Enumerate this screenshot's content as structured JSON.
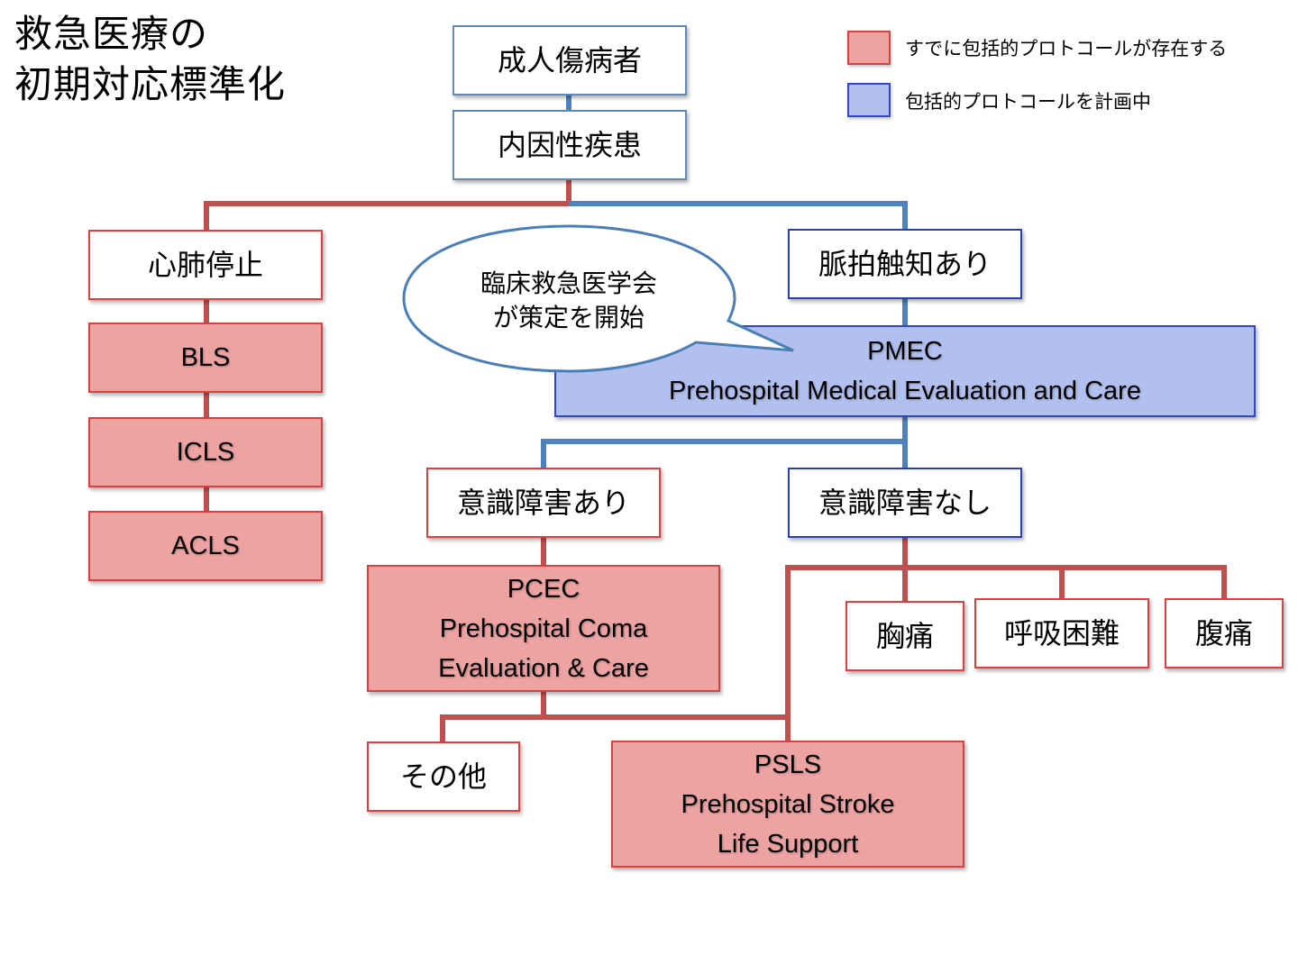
{
  "title": {
    "line1": "救急医療の",
    "line2": "初期対応標準化"
  },
  "legend": [
    {
      "label": "すでに包括的プロトコールが存在する",
      "color": "#eea3a3"
    },
    {
      "label": "包括的プロトコールを計画中",
      "color": "#b2c0ef"
    }
  ],
  "nodes": {
    "adult": "成人傷病者",
    "internal": "内因性疾患",
    "arrest": "心肺停止",
    "bls": "BLS",
    "icls": "ICLS",
    "acls": "ACLS",
    "pulse": "脈拍触知あり",
    "pmec": {
      "line1": "PMEC",
      "line2": "Prehospital Medical Evaluation and Care"
    },
    "conscious_yes": "意識障害あり",
    "conscious_no": "意識障害なし",
    "pcec": {
      "line1": "PCEC",
      "line2": "Prehospital Coma",
      "line3": "Evaluation & Care"
    },
    "other": "その他",
    "psls": {
      "line1": "PSLS",
      "line2": "Prehospital Stroke",
      "line3": "Life Support"
    },
    "chest": "胸痛",
    "dyspnea": "呼吸困難",
    "abdominal": "腹痛"
  },
  "callout": {
    "line1": "臨床救急医学会",
    "line2": "が策定を開始"
  },
  "colors": {
    "existing_fill": "#eea3a3",
    "existing_border": "#d9403f",
    "planned_fill": "#b2c0ef",
    "planned_border": "#3446c2",
    "red_line": "#c0504d",
    "blue_line": "#4f81bd"
  }
}
